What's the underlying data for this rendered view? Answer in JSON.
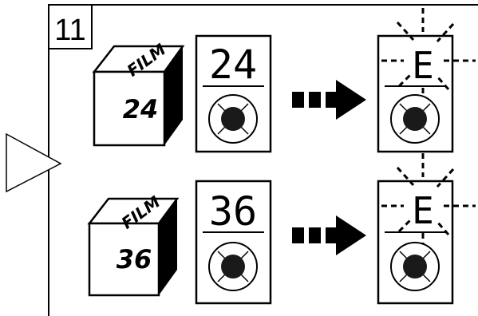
{
  "step": {
    "number": "11"
  },
  "rows": [
    {
      "cartridge_label": "FILM",
      "cartridge_count": "24",
      "counter_before": "24",
      "counter_after": "E"
    },
    {
      "cartridge_label": "FILM",
      "cartridge_count": "36",
      "counter_before": "36",
      "counter_after": "E"
    }
  ],
  "icons": {
    "arrow": "dashed-right-arrow-icon",
    "pointer": "triangle-pointer-icon",
    "button": "round-shutter-button-icon",
    "blink": "blinking-dashes-icon"
  },
  "colors": {
    "ink": "#000000",
    "paper": "#ffffff",
    "button_center": "#1a1a1a"
  }
}
